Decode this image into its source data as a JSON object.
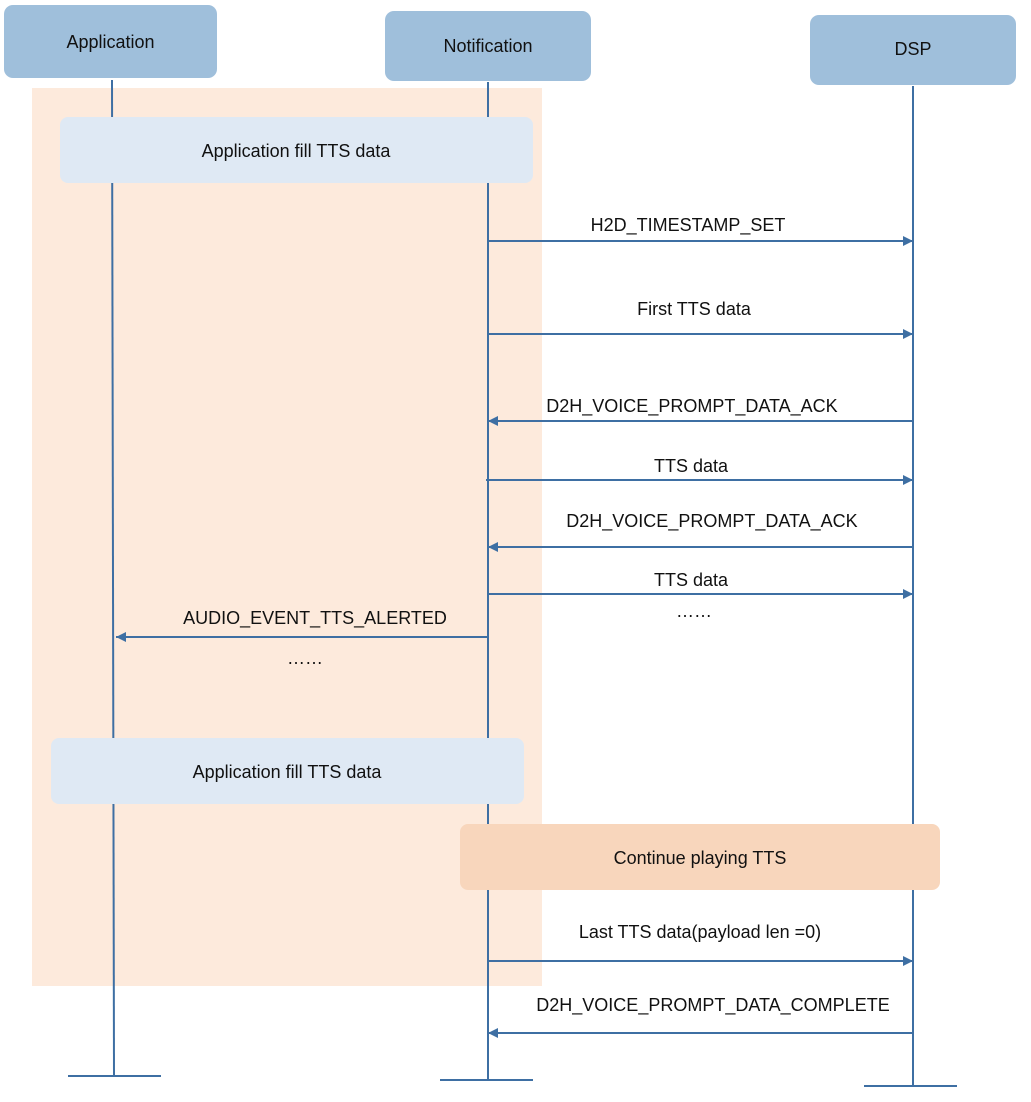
{
  "participants": [
    {
      "id": "app",
      "label": "Application"
    },
    {
      "id": "notif",
      "label": "Notification"
    },
    {
      "id": "dsp",
      "label": "DSP"
    }
  ],
  "notes": [
    {
      "id": "note1",
      "text": "Application fill TTS data"
    },
    {
      "id": "note2",
      "text": "Application fill TTS data"
    },
    {
      "id": "note3",
      "text": "Continue playing TTS"
    }
  ],
  "messages": [
    {
      "id": "m1",
      "from": "notif",
      "to": "dsp",
      "label": "H2D_TIMESTAMP_SET"
    },
    {
      "id": "m2",
      "from": "notif",
      "to": "dsp",
      "label": "First TTS data"
    },
    {
      "id": "m3",
      "from": "dsp",
      "to": "notif",
      "label": "D2H_VOICE_PROMPT_DATA_ACK"
    },
    {
      "id": "m4",
      "from": "notif",
      "to": "dsp",
      "label": "TTS data"
    },
    {
      "id": "m5",
      "from": "dsp",
      "to": "notif",
      "label": "D2H_VOICE_PROMPT_DATA_ACK"
    },
    {
      "id": "m6",
      "from": "notif",
      "to": "dsp",
      "label": "TTS data"
    },
    {
      "id": "m7",
      "from": "notif",
      "to": "app",
      "label": "AUDIO_EVENT_TTS_ALERTED"
    },
    {
      "id": "m8",
      "from": "notif",
      "to": "dsp",
      "label": "Last TTS data(payload len =0)"
    },
    {
      "id": "m9",
      "from": "dsp",
      "to": "notif",
      "label": "D2H_VOICE_PROMPT_DATA_COMPLETE"
    }
  ],
  "ellipses": [
    {
      "id": "e1",
      "text": "……"
    },
    {
      "id": "e2",
      "text": "……"
    }
  ],
  "colors": {
    "lifeline": "#3e6fa3",
    "header_fill": "#9fbfdb",
    "note_fill": "#dfe9f4",
    "accent_fill": "#f8d6bc",
    "region_fill": "#fdeadc"
  }
}
